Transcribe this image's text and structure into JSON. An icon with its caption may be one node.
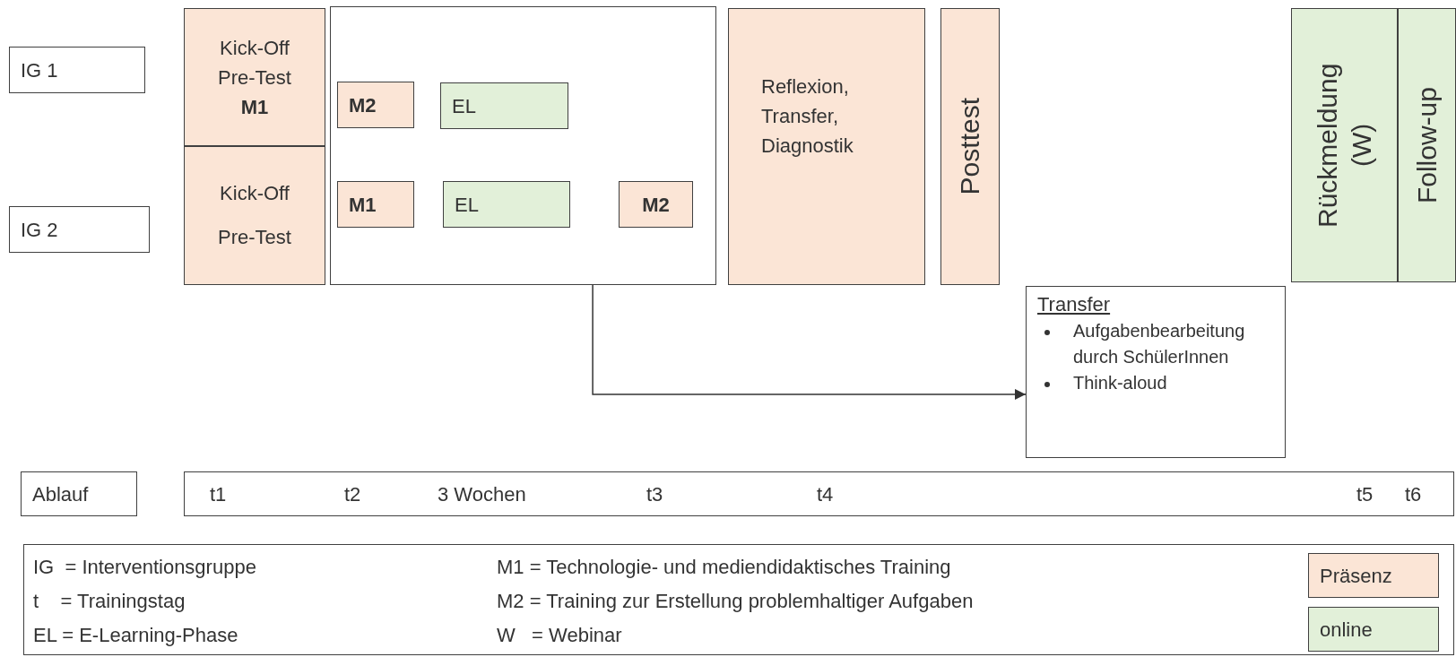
{
  "diagram": {
    "nodes": [
      {
        "text": [
          "IG 1"
        ]
      },
      {
        "text": [
          "IG 2"
        ]
      },
      {
        "text": [
          "Kick-Off Pre-Test",
          "M1"
        ]
      },
      {
        "text": [
          "Kick-Off Pre-Test"
        ]
      },
      {
        "text": [],
        "shape": "box"
      },
      {
        "text": [
          "M2"
        ],
        "in": 4
      },
      {
        "text": [
          "EL"
        ],
        "in": 4
      },
      {
        "text": [
          "M1"
        ],
        "in": 4
      },
      {
        "text": [
          "EL"
        ],
        "in": 4
      },
      {
        "text": [
          "M2"
        ],
        "in": 4
      },
      {
        "text": [
          "Reflexion, Transfer, Diagnostik"
        ]
      },
      {
        "text": [
          "Posttest"
        ]
      },
      {
        "text": [
          "Rückmeldung (W)"
        ]
      },
      {
        "text": [
          "Follow-up"
        ]
      },
      {
        "text": [
          "Transfer",
          "Aufgabenbearbeitung durch SchülerInnen",
          "Think-aloud"
        ]
      },
      {
        "text": [
          "Ablauf"
        ]
      },
      {
        "text": [
          "t1",
          "t2",
          "3 Wochen",
          "t3",
          "t4",
          "t5",
          "t6"
        ]
      }
    ],
    "edges": [
      {
        "from": 4,
        "to": 14,
        "arrow": "to"
      }
    ],
    "labels": [
      "IG  = Interventionsgruppe",
      "M1 = Technologie- und mediendidaktisches Training",
      "t    = Trainingstag",
      "M2 = Training zur Erstellung problemhaltiger Aufgaben",
      "EL = E-Learning-Phase",
      "W   = Webinar"
    ],
    "legend": [
      {
        "text": "Präsenz",
        "color": "#fbe5d6"
      },
      {
        "text": "online",
        "color": "#e2f0d9"
      }
    ]
  }
}
